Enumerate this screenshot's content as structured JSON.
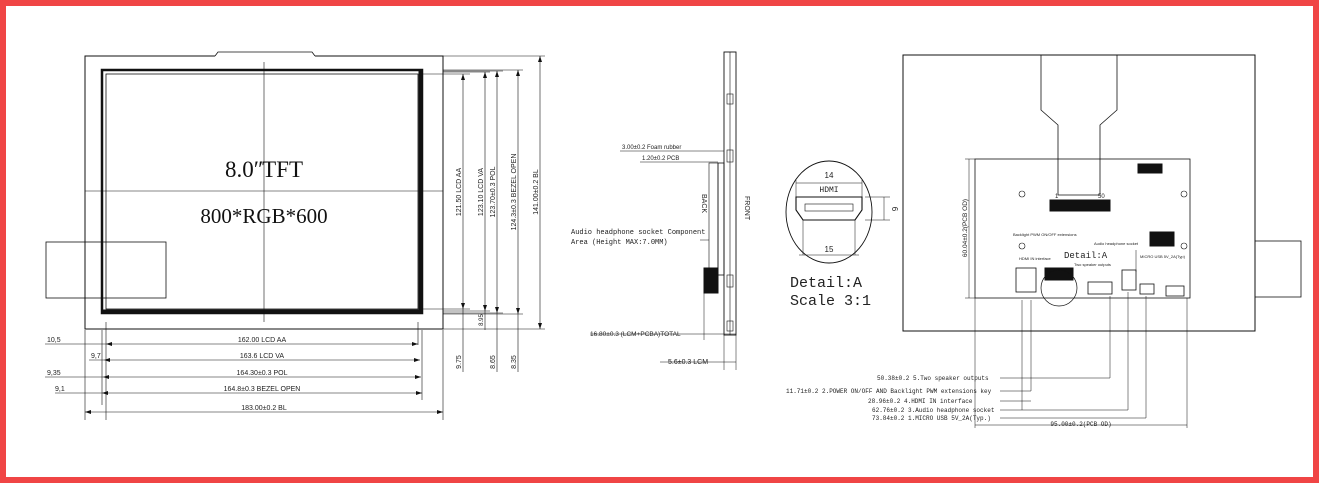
{
  "front_view": {
    "title_line1": "8.0ʺTFT",
    "title_line2": "800*RGB*600",
    "dims_horizontal": [
      {
        "offset": "10,5",
        "label": "162.00 LCD AA"
      },
      {
        "offset": "9,7",
        "label": "163.6 LCD VA"
      },
      {
        "offset": "9,35",
        "label": "164.30±0.3 POL"
      },
      {
        "offset": "9,1",
        "label": "164.8±0.3 BEZEL OPEN"
      },
      {
        "offset": "",
        "label": "183.00±0.2 BL"
      }
    ],
    "dims_vertical": [
      "121.50 LCD AA",
      "123.10 LCD VA",
      "123.70±0.3 POL",
      "124.3±0.3 BEZEL OPEN",
      "141.00±0.2 BL"
    ],
    "dims_vertical_offsets": [
      "9.75",
      "8.95",
      "8.65",
      "8.35"
    ]
  },
  "side_view": {
    "foam": "3.00±0.2 Foam rubber",
    "pcb": "1.20±0.2 PCB",
    "audio_line1": "Audio headphone socket Component",
    "audio_line2": "Area (Height MAX:7.0MM)",
    "back": "BACK",
    "front": "FRONT",
    "total": "16.80±0.3 (LCM+PCBA)TOTAL",
    "lcm": "5.6±0.3 LCM"
  },
  "detail": {
    "top_dim": "14",
    "bottom_dim": "15",
    "side_dim": "6",
    "hdmi": "HDMI",
    "caption1": "Detail:A",
    "caption2": "Scale 3:1"
  },
  "back_view": {
    "pcb_height": "60.04±0.2(PCB OD)",
    "pin1": "1",
    "pin50": "50",
    "detail_a": "Detail:A",
    "lbl_backlight": "Backlight PWM ON/OFF extensions",
    "lbl_hdmi": "HDMI IN interface",
    "lbl_audio": "Audio headphone socket",
    "lbl_speaker": "Two speaker outputs",
    "lbl_usb": "MICRO USB 5V_2A(Typ)",
    "callouts": [
      "50.38±0.2  5.Two speaker outputs",
      "11.71±0.2  2.POWER ON/OFF AND Backlight PWM extensions key",
      "28.96±0.2  4.HDMI IN interface",
      "62.76±0.2  3.Audio headphone socket",
      "73.84±0.2  1.MICRO USB 5V_2A(Typ.)"
    ],
    "pcb_width": "95.00±0.2(PCB OD)"
  }
}
